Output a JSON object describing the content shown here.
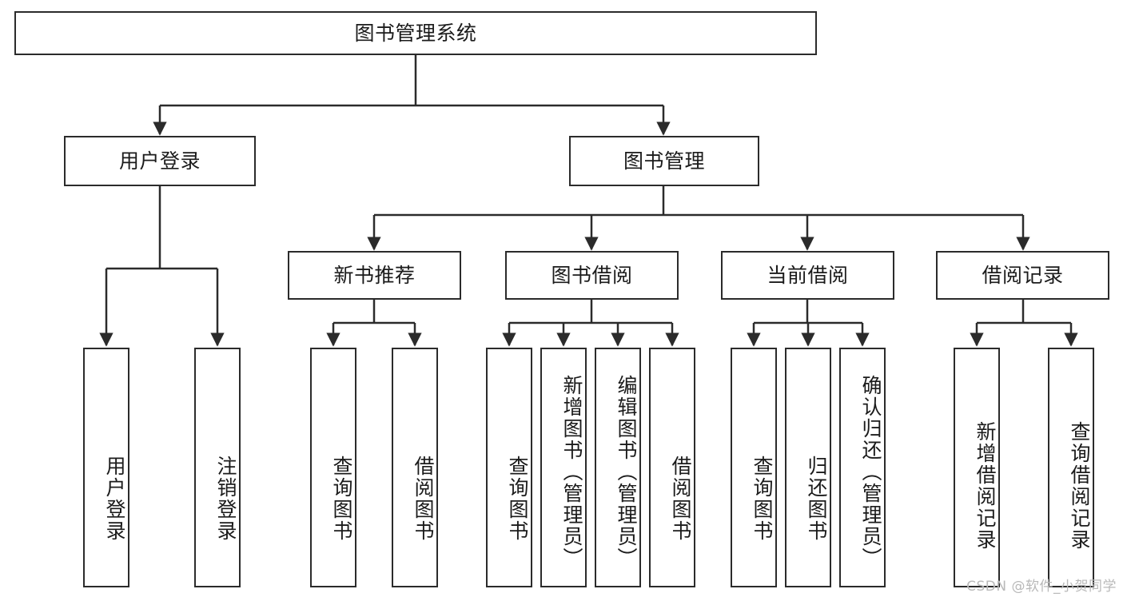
{
  "diagram": {
    "title": "图书管理系统",
    "watermark": "CSDN @软件_小贺同学",
    "colors": {
      "stroke": "#2b2b2b",
      "fill": "#ffffff",
      "text": "#1b1b1b",
      "watermark": "#b9b9b9"
    },
    "root": {
      "label": "图书管理系统"
    },
    "level2": [
      {
        "label": "用户登录"
      },
      {
        "label": "图书管理"
      }
    ],
    "level3": [
      {
        "label": "新书推荐"
      },
      {
        "label": "图书借阅"
      },
      {
        "label": "当前借阅"
      },
      {
        "label": "借阅记录"
      }
    ],
    "leaves": {
      "user_login": [
        {
          "label": "用户登录"
        },
        {
          "label": "注销登录"
        }
      ],
      "new_book": [
        {
          "label": "查询图书"
        },
        {
          "label": "借阅图书"
        }
      ],
      "book_borrow": [
        {
          "label": "查询图书"
        },
        {
          "label": "新增图书（管理员）"
        },
        {
          "label": "编辑图书（管理员）"
        },
        {
          "label": "借阅图书"
        }
      ],
      "current_borrow": [
        {
          "label": "查询图书"
        },
        {
          "label": "归还图书"
        },
        {
          "label": "确认归还（管理员）"
        }
      ],
      "borrow_record": [
        {
          "label": "新增借阅记录"
        },
        {
          "label": "查询借阅记录"
        }
      ]
    }
  }
}
